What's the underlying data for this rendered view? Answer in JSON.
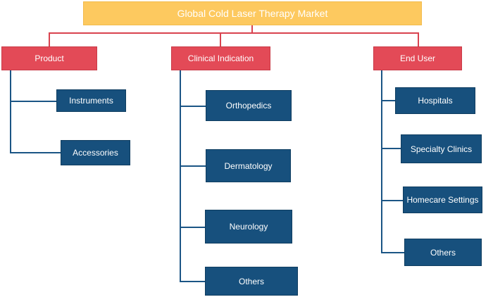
{
  "diagram": {
    "root": "Global Cold Laser Therapy Market",
    "categories": [
      {
        "label": "Product",
        "children": [
          "Instruments",
          "Accessories"
        ]
      },
      {
        "label": "Clinical Indication",
        "children": [
          "Orthopedics",
          "Dermatology",
          "Neurology",
          "Others"
        ]
      },
      {
        "label": "End User",
        "children": [
          "Hospitals",
          "Specialty Clinics",
          "Homecare Settings",
          "Others"
        ]
      }
    ]
  },
  "colors": {
    "root_fill": "#fdc95f",
    "category_fill": "#e34a57",
    "leaf_fill": "#17507d",
    "connector_red": "#d9434f",
    "connector_blue": "#1b5585"
  }
}
